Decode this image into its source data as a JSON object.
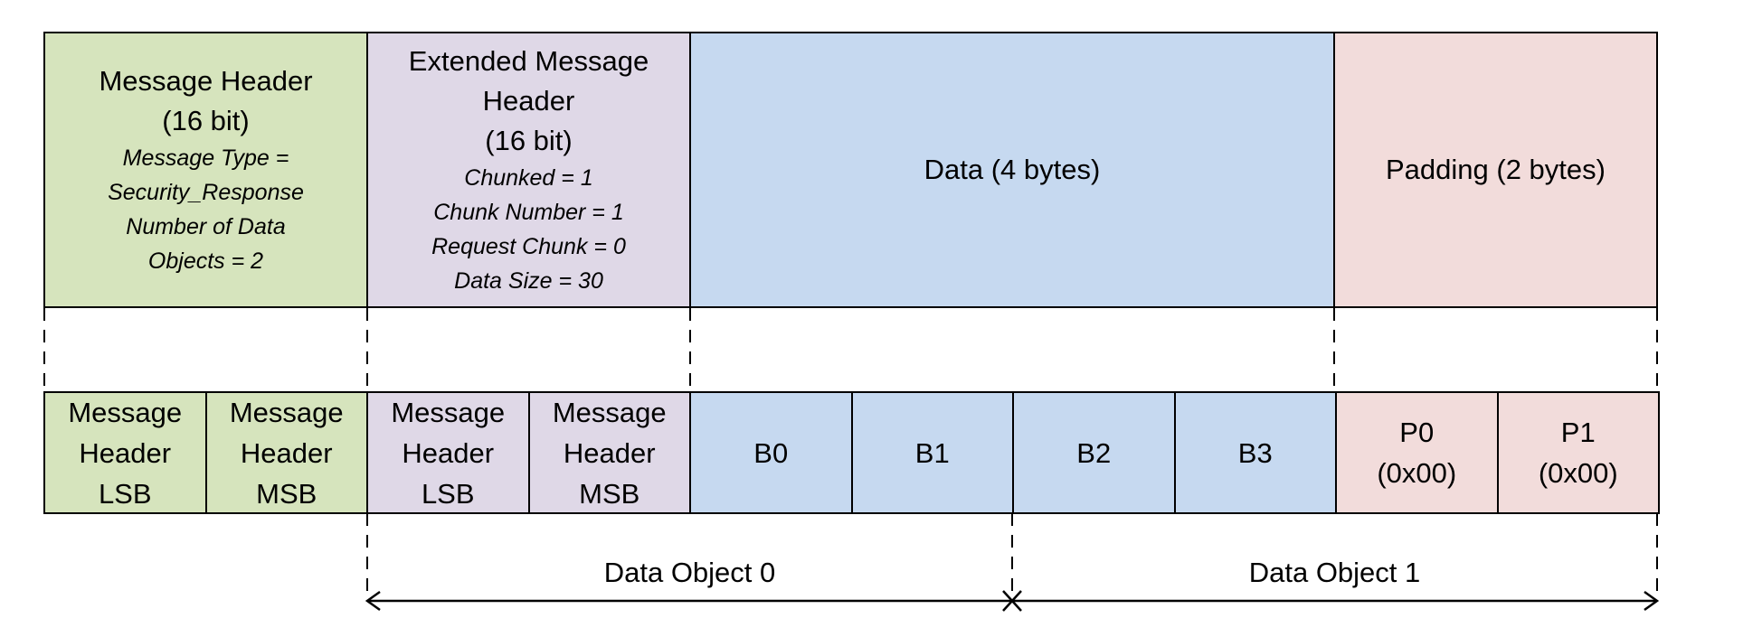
{
  "top": {
    "message_header": {
      "title": "Message Header",
      "bits": "(16 bit)",
      "lines": [
        "Message Type =",
        "Security_Response",
        "Number of Data",
        "Objects = 2"
      ]
    },
    "extended_header": {
      "title_line1": "Extended Message",
      "title_line2": "Header",
      "bits": "(16 bit)",
      "lines": [
        "Chunked = 1",
        "Chunk Number = 1",
        "Request Chunk = 0",
        "Data Size = 30"
      ]
    },
    "data": {
      "label": "Data (4 bytes)"
    },
    "padding": {
      "label": "Padding (2 bytes)"
    }
  },
  "bytes": [
    {
      "lines": [
        "Message",
        "Header",
        "LSB"
      ],
      "color": "#d6e4bd"
    },
    {
      "lines": [
        "Message",
        "Header",
        "MSB"
      ],
      "color": "#d6e4bd"
    },
    {
      "lines": [
        "Message",
        "Header",
        "LSB"
      ],
      "color": "#dfd8e7"
    },
    {
      "lines": [
        "Message",
        "Header",
        "MSB"
      ],
      "color": "#dfd8e7"
    },
    {
      "lines": [
        "B0"
      ],
      "color": "#c6d9f0"
    },
    {
      "lines": [
        "B1"
      ],
      "color": "#c6d9f0"
    },
    {
      "lines": [
        "B2"
      ],
      "color": "#c6d9f0"
    },
    {
      "lines": [
        "B3"
      ],
      "color": "#c6d9f0"
    },
    {
      "lines": [
        "P0",
        "(0x00)"
      ],
      "color": "#f2dcdb"
    },
    {
      "lines": [
        "P1",
        "(0x00)"
      ],
      "color": "#f2dcdb"
    }
  ],
  "spans": {
    "object0": "Data Object 0",
    "object1": "Data Object 1"
  }
}
